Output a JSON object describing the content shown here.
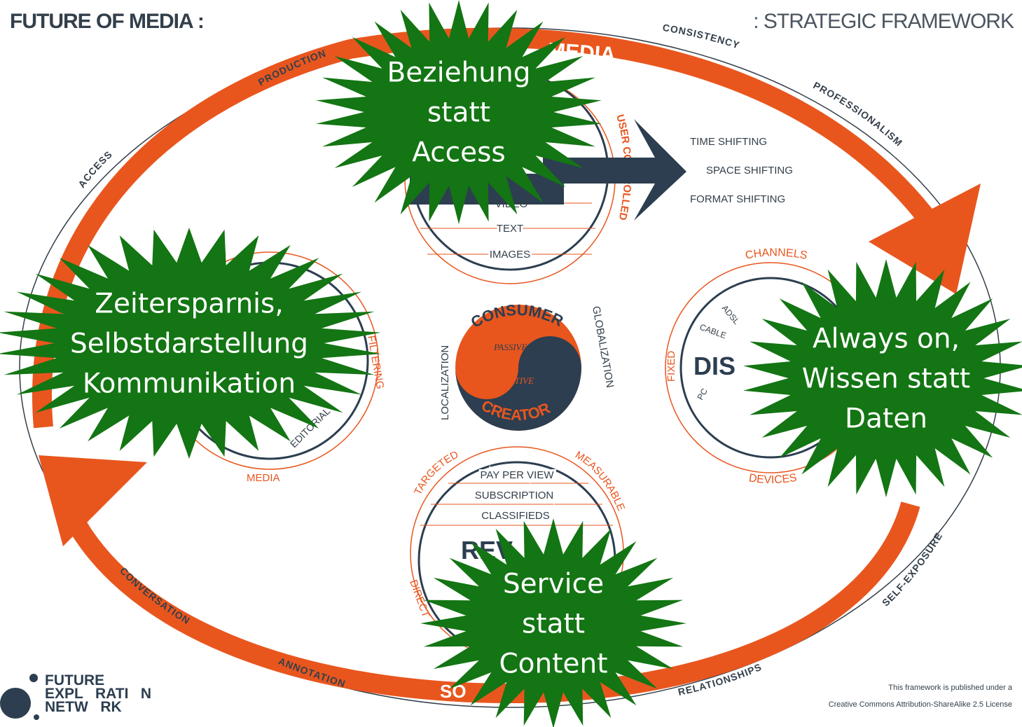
{
  "header": {
    "title_left": "FUTURE OF MEDIA :",
    "title_right": ": STRATEGIC FRAMEWORK"
  },
  "ring_labels": {
    "production": "PRODUCTION",
    "consistency": "CONSISTENCY",
    "access": "ACCESS",
    "professionalism": "PROFESSIONALISM",
    "self_exposure": "SELF-EXPOSURE",
    "relationships": "RELATIONSHIPS",
    "annotation": "ANNOTATION",
    "conversation": "CONVERSATION",
    "top_banner": "MEDIA",
    "bottom_banner": "SO"
  },
  "content_circle": {
    "items": [
      "VIDEO",
      "TEXT",
      "IMAGES"
    ],
    "side_label": "USER CONTROLLED"
  },
  "shifting": [
    "TIME SHIFTING",
    "SPACE SHIFTING",
    "FORMAT SHIFTING"
  ],
  "center": {
    "consumer": "CONSUMER",
    "passive": "PASSIVE",
    "active": "ACTIVE",
    "creator": "CREATOR",
    "left": "LOCALIZATION",
    "right": "GLOBALIZATION"
  },
  "distribution": {
    "title": "DIS",
    "channels": "CHANNELS",
    "devices": "DEVICES",
    "fixed": "FIXED",
    "items": [
      "CABLE",
      "ADSL",
      "PC"
    ]
  },
  "left_circle": {
    "media": "MEDIA",
    "filtering": "FILTERING",
    "editorial": "EDITORIAL"
  },
  "revenue": {
    "title": "REV",
    "items": [
      "PAY PER VIEW",
      "SUBSCRIPTION",
      "CLASSIFIEDS"
    ],
    "targeted": "TARGETED",
    "measurable": "MEASURABLE",
    "direct": "DIRECT"
  },
  "bursts": {
    "top": [
      "Beziehung",
      "statt",
      "Access"
    ],
    "left": [
      "Zeitersparnis,",
      "Selbstdarstellung",
      "Kommunikation"
    ],
    "right": [
      "Always on,",
      "Wissen statt",
      "Daten"
    ],
    "bottom": [
      "Service",
      "statt",
      "Content"
    ]
  },
  "license": {
    "line1": "This framework is published under a",
    "line2": "Creative Commons Attribution-ShareAlike 2.5 License"
  },
  "logo": {
    "line1": "FUTURE",
    "line2": "EXPL   RATI   N",
    "line3": "NETW   RK"
  },
  "colors": {
    "orange": "#e8561e",
    "navy": "#2c3e50",
    "burst_green": "#137513",
    "burst_text": "#ffffff"
  }
}
